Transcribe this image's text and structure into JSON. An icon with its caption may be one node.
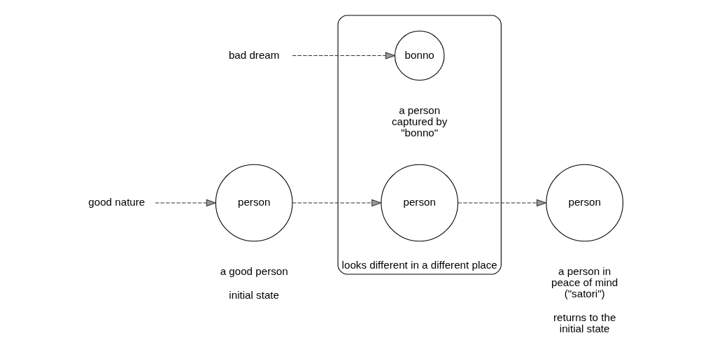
{
  "diagram": {
    "nodes": [
      {
        "text": [
          "bad dream"
        ]
      },
      {
        "text": [
          "good nature"
        ]
      },
      {
        "text": [
          "person"
        ],
        "beside": [
          "a good person",
          "initial state"
        ]
      },
      {
        "text": [
          "looks different in a different place"
        ]
      },
      {
        "text": [
          "bonno"
        ],
        "in": 3
      },
      {
        "text": [
          "person"
        ],
        "in": 3,
        "beside": [
          "a person captured by \"bonno\""
        ]
      },
      {
        "text": [
          "person"
        ],
        "beside": [
          "a person in peace of mind (\"satori\")",
          "returns to the initial state"
        ]
      }
    ],
    "edges": [
      {
        "from": 0,
        "to": 4,
        "arrow": "to",
        "style": "dashed"
      },
      {
        "from": 1,
        "to": 2,
        "arrow": "to",
        "style": "dashed"
      },
      {
        "from": 2,
        "to": 5,
        "arrow": "to",
        "style": "dashed"
      },
      {
        "from": 5,
        "to": 6,
        "arrow": "to",
        "style": "dashed"
      }
    ]
  }
}
